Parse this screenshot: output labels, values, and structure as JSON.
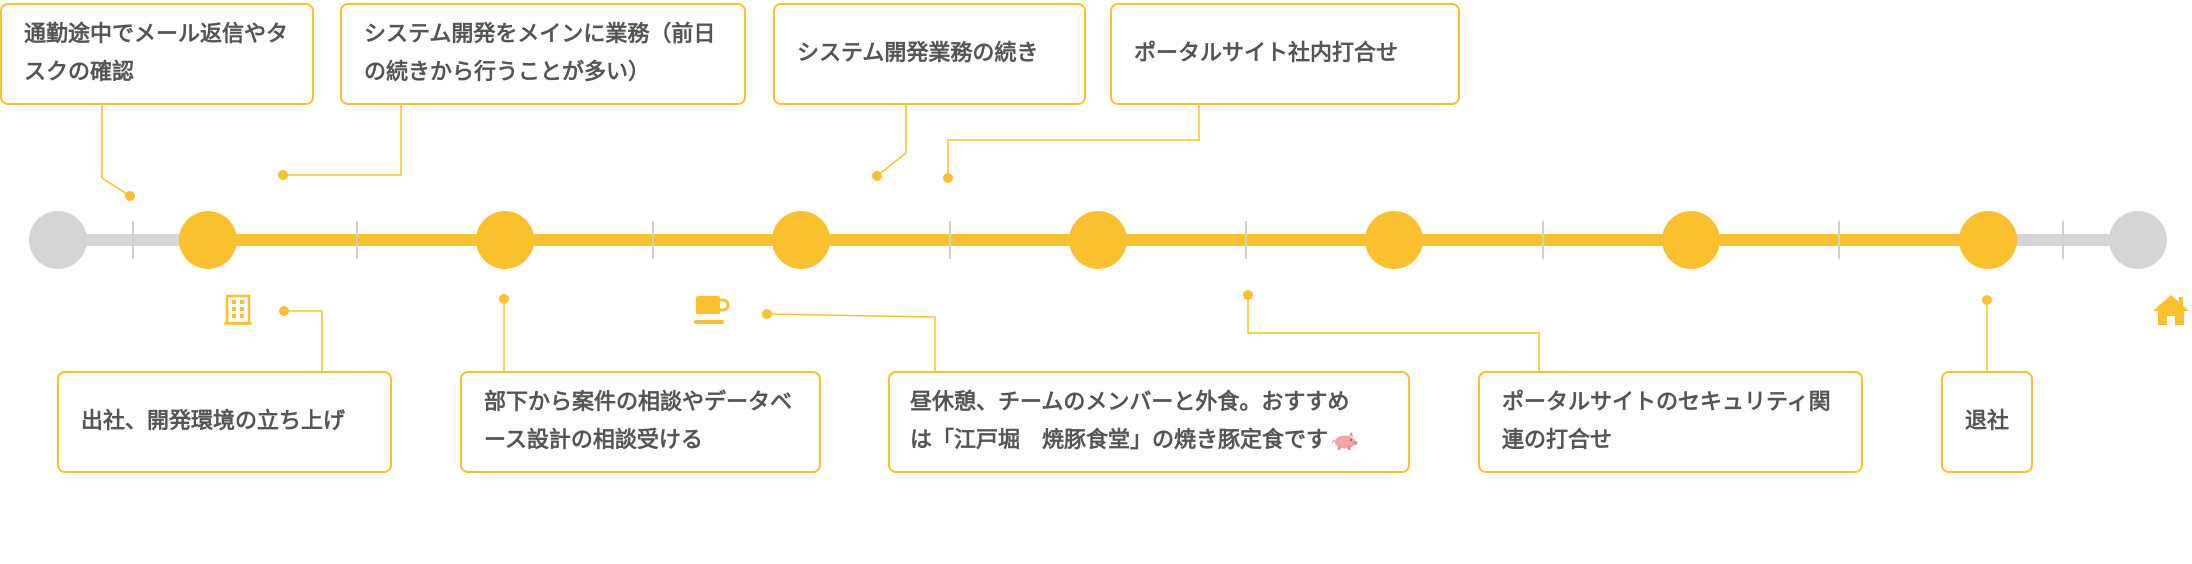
{
  "colors": {
    "accent": "#FBC02D",
    "line": "#F7C427",
    "inactive": "#D5D5D5",
    "text": "#555555",
    "pig": "#F3A5A5"
  },
  "events": {
    "commute": "通勤途中でメール返信やタスクの確認",
    "dev_main": "システム開発をメインに業務（前日の続きから行うことが多い）",
    "dev_cont": "システム開発業務の続き",
    "portal_meeting": "ポータルサイト社内打合せ",
    "arrive": "出社、開発環境の立ち上げ",
    "consult": "部下から案件の相談やデータベース設計の相談受ける",
    "lunch_a": "昼休憩、チームのメンバーと外食。おすすめ",
    "lunch_b": "は「江戸堀　焼豚食堂」の焼き豚定食です",
    "security": "ポータルサイトのセキュリティ関連の打合せ",
    "leave": "退社"
  },
  "icons": {
    "arrive": "building-icon",
    "lunch": "coffee-cup-icon",
    "lunch_emoji": "pig-icon",
    "leave": "house-icon"
  }
}
